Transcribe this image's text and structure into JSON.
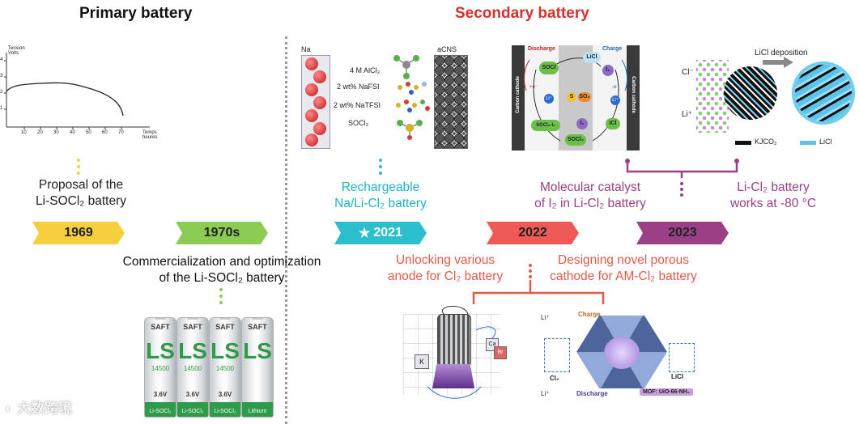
{
  "headers": {
    "primary": "Primary battery",
    "secondary": "Secondary battery"
  },
  "timeline": {
    "years": [
      "1969",
      "1970s",
      "2021",
      "2022",
      "2023"
    ],
    "star": "★",
    "colors": [
      "#f6cf3f",
      "#8ccc55",
      "#2bbfcd",
      "#ef5a56",
      "#9b3f86"
    ]
  },
  "captions": {
    "c1969": [
      "Proposal of the",
      "Li-SOCl₂ battery"
    ],
    "c1970s": [
      "Commercialization and optimization",
      "of the Li-SOCl₂ battery"
    ],
    "c2021": [
      "Rechargeable",
      "Na/Li-Cl₂ battery"
    ],
    "c2022": [
      "Molecular catalyst",
      "of I₂ in Li-Cl₂ battery"
    ],
    "c2023": [
      "Li-Cl₂ battery",
      "works at -80 °C"
    ],
    "unlock": [
      "Unlocking various",
      "anode for Cl₂ battery"
    ],
    "porous": [
      "Designing novel porous",
      "cathode for AM-Cl₂ battery"
    ]
  },
  "graph": {
    "ylabel": [
      "Tension",
      "Volts"
    ],
    "xlabel": [
      "Temps",
      "heures"
    ],
    "yticks": [
      "4",
      "3",
      "2",
      "1"
    ],
    "xticks": [
      "10",
      "20",
      "30",
      "40",
      "50",
      "60",
      "70"
    ]
  },
  "electrolyte": {
    "left_label": "Na",
    "right_label": "aCNS",
    "items": [
      "4 M AlCl₃",
      "2 wt% NaFSI",
      "2 wt% NaTFSI",
      "SOCl₂"
    ]
  },
  "catalyst": {
    "discharge": "Discharge",
    "charge": "Charge",
    "left_cathode": "Carbon cathode",
    "right_cathode": "Carbon cathode",
    "species": [
      "SOCl",
      "LiCl",
      "Li⁺",
      "S",
      "SO₂",
      "I₂",
      "SOCl₂·I₂",
      "ICl",
      "SOCl₂",
      "Li⁺",
      "I₂"
    ],
    "electrons": [
      "+e⁻",
      "-e⁻"
    ]
  },
  "licl": {
    "deposition": "LiCl deposition",
    "cl": "Cl⁻",
    "li": "Li⁺",
    "legend": [
      "KJCO₂",
      "LiCl"
    ]
  },
  "mof": {
    "li1": "Li⁺",
    "li2": "Li⁺",
    "charge": "Charge",
    "discharge": "Discharge",
    "cl2": "Cl₂",
    "licl": "LiCl",
    "tag": "MOF: UiO-66-NH₂"
  },
  "anode": {
    "k": "K",
    "cube_labels": [
      "Ca",
      "Br"
    ]
  },
  "batteries": [
    {
      "brand": "SAFT",
      "ls": "LS",
      "model": "14500",
      "volt": "3.6V",
      "sub": "Li-SOCl₂"
    },
    {
      "brand": "SAFT",
      "ls": "LS",
      "model": "14500",
      "volt": "3.6V",
      "sub": "Li-SOCl₂"
    },
    {
      "brand": "SAFT",
      "ls": "LS",
      "model": "14500",
      "volt": "3.6V",
      "sub": "Li-SOCl₂"
    },
    {
      "brand": "SAFT",
      "ls": "LS",
      "model": "",
      "volt": "",
      "sub": "Lithium"
    }
  ],
  "watermark": "大数跨境"
}
